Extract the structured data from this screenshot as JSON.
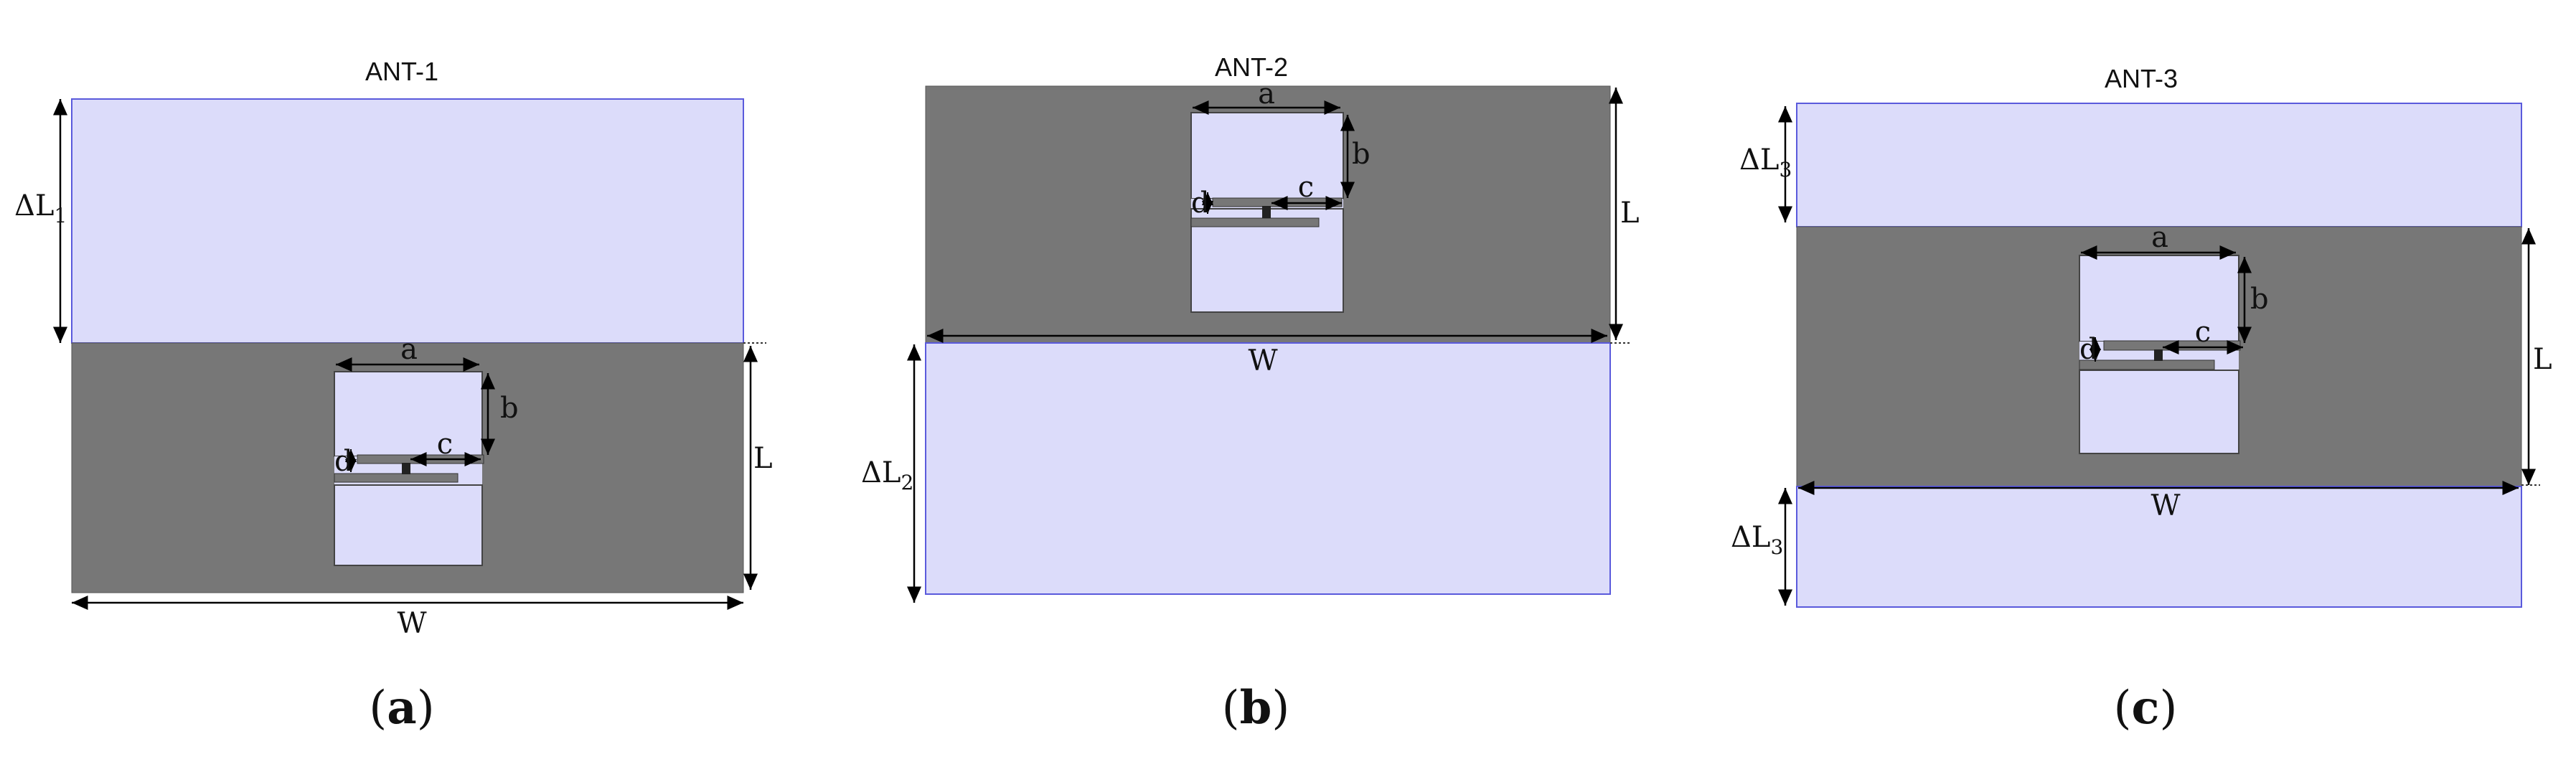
{
  "colors": {
    "substrate_light": "#dcdcfa",
    "substrate_border": "#5a5adc",
    "ground_dark": "#777777",
    "slot_fill": "#dcdcfa",
    "strip": "#777777",
    "via": "#222222",
    "arrow": "#000000"
  },
  "panels": [
    {
      "title": "ANT-1",
      "caption": {
        "open": "(",
        "letter": "a",
        "close": ")"
      },
      "labels": {
        "a": "a",
        "b": "b",
        "c": "c",
        "d": "d",
        "L": "L",
        "W": "W"
      },
      "delta_labels": [
        {
          "base": "ΔL",
          "sub": "1"
        }
      ]
    },
    {
      "title": "ANT-2",
      "caption": {
        "open": "(",
        "letter": "b",
        "close": ")"
      },
      "labels": {
        "a": "a",
        "b": "b",
        "c": "c",
        "d": "d",
        "L": "L",
        "W": "W"
      },
      "delta_labels": [
        {
          "base": "ΔL",
          "sub": "2"
        }
      ]
    },
    {
      "title": "ANT-3",
      "caption": {
        "open": "(",
        "letter": "c",
        "close": ")"
      },
      "labels": {
        "a": "a",
        "b": "b",
        "c": "c",
        "d": "d",
        "L": "L",
        "W": "W"
      },
      "delta_labels": [
        {
          "base": "ΔL",
          "sub": "3"
        },
        {
          "base": "ΔL",
          "sub": "3"
        }
      ]
    }
  ]
}
